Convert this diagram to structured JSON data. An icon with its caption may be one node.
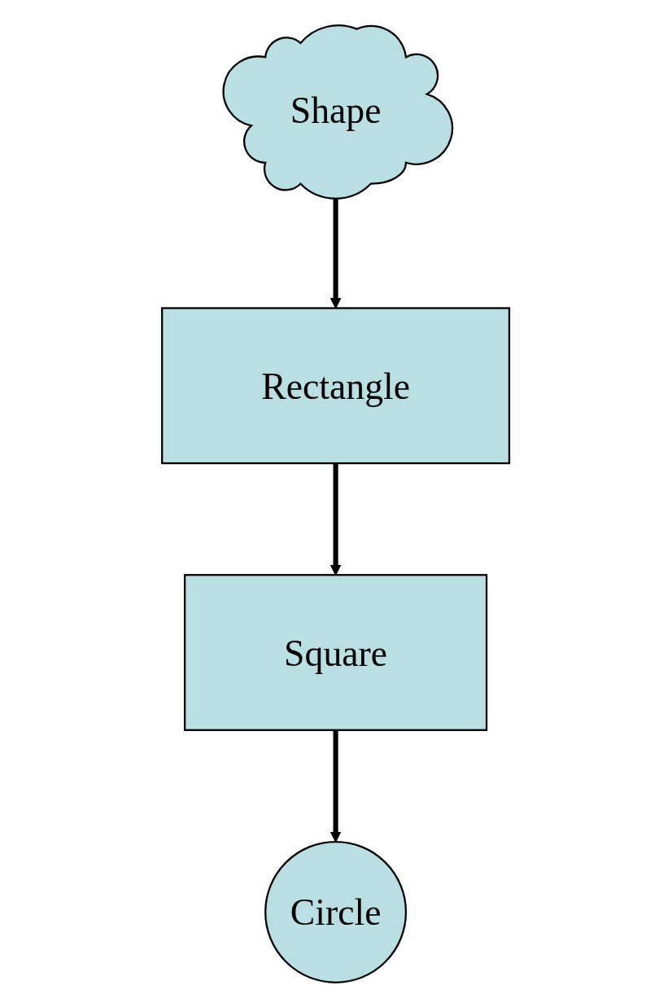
{
  "diagram": {
    "nodes": [
      {
        "text": [
          "Shape"
        ]
      },
      {
        "text": [
          "Rectangle"
        ]
      },
      {
        "text": [
          "Square"
        ]
      },
      {
        "text": [
          "Circle"
        ]
      }
    ],
    "edges": [
      {
        "from": 0,
        "to": 1,
        "arrow": "to"
      },
      {
        "from": 1,
        "to": 2,
        "arrow": "to"
      },
      {
        "from": 2,
        "to": 3,
        "arrow": "to"
      }
    ]
  }
}
